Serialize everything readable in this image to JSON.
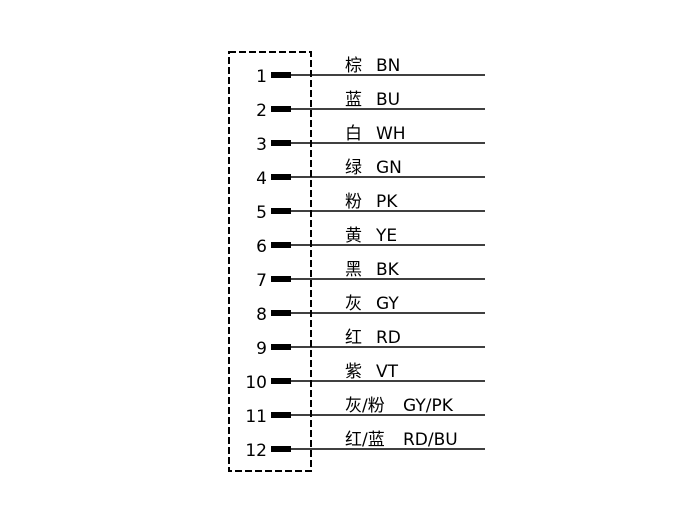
{
  "pins": [
    {
      "number": "1",
      "color_cn": "棕",
      "code": "BN"
    },
    {
      "number": "2",
      "color_cn": "蓝",
      "code": "BU"
    },
    {
      "number": "3",
      "color_cn": "白",
      "code": "WH"
    },
    {
      "number": "4",
      "color_cn": "绿",
      "code": "GN"
    },
    {
      "number": "5",
      "color_cn": "粉",
      "code": "PK"
    },
    {
      "number": "6",
      "color_cn": "黄",
      "code": "YE"
    },
    {
      "number": "7",
      "color_cn": "黑",
      "code": "BK"
    },
    {
      "number": "8",
      "color_cn": "灰",
      "code": "GY"
    },
    {
      "number": "9",
      "color_cn": "红",
      "code": "RD"
    },
    {
      "number": "10",
      "color_cn": "紫",
      "code": "VT"
    },
    {
      "number": "11",
      "color_cn": "灰/粉",
      "code": "GY/PK"
    },
    {
      "number": "12",
      "color_cn": "红/蓝",
      "code": "RD/BU"
    }
  ],
  "colors": {
    "line": "#000000",
    "background": "#ffffff"
  }
}
